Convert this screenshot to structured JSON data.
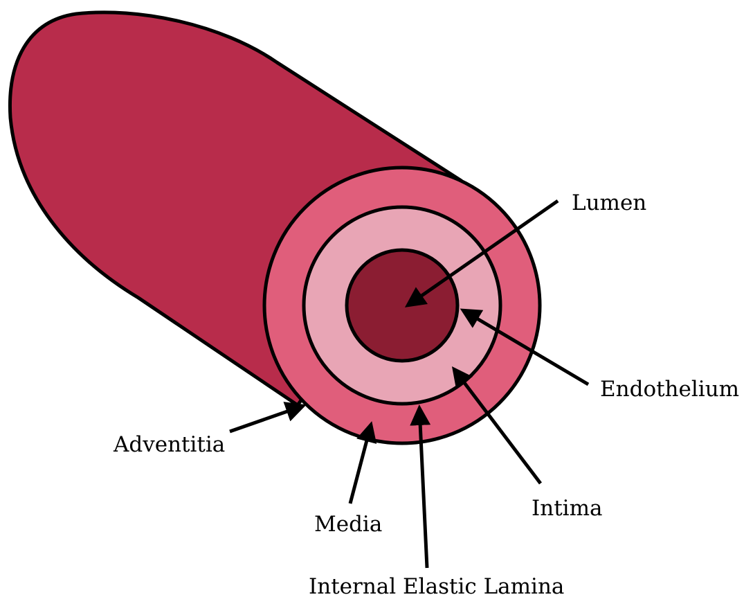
{
  "diagram": {
    "labels": {
      "lumen": "Lumen",
      "endothelium": "Endothelium",
      "intima": "Intima",
      "internal_elastic_lamina": "Internal Elastic Lamina",
      "media": "Media",
      "adventitia": "Adventitia"
    },
    "colors": {
      "vessel_body": "#B82C4B",
      "media_ring": "#E05E7B",
      "intima_ring": "#E8A5B5",
      "lumen": "#8B1D32",
      "outline": "#000000"
    }
  }
}
